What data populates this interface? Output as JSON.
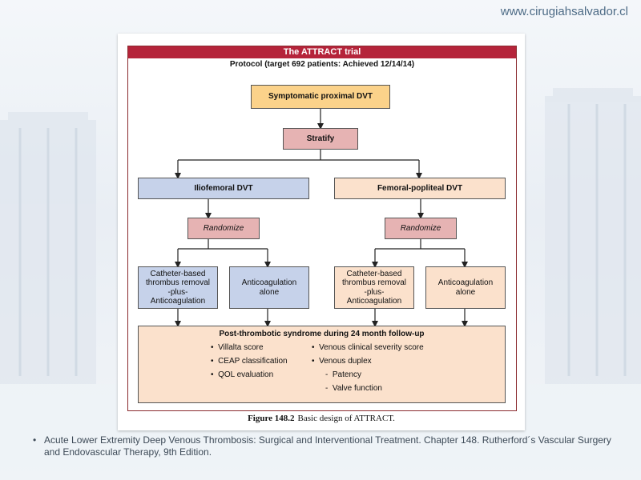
{
  "header": {
    "site_url": "www.cirugiahsalvador.cl"
  },
  "figure": {
    "title": "The ATTRACT trial",
    "protocol": "Protocol (target 692 patients: Achieved 12/14/14)",
    "nodes": {
      "symptomatic": "Symptomatic proximal DVT",
      "stratify": "Stratify",
      "iliofemoral": "Iliofemoral DVT",
      "femoral_popliteal": "Femoral-popliteal DVT",
      "randomize_left": "Randomize",
      "randomize_right": "Randomize",
      "catheter_left_l1": "Catheter-based",
      "catheter_left_l2": "thrombus removal",
      "catheter_left_l3": "-plus-",
      "catheter_left_l4": "Anticoagulation",
      "anticoag_left_l1": "Anticoagulation",
      "anticoag_left_l2": "alone",
      "catheter_right_l1": "Catheter-based",
      "catheter_right_l2": "thrombus removal",
      "catheter_right_l3": "-plus-",
      "catheter_right_l4": "Anticoagulation",
      "anticoag_right_l1": "Anticoagulation",
      "anticoag_right_l2": "alone"
    },
    "outcome": {
      "title": "Post-thrombotic syndrome during 24 month follow-up",
      "left_items": [
        "Villalta score",
        "CEAP classification",
        "QOL evaluation"
      ],
      "right_items": [
        "Venous clinical severity score",
        "Venous duplex"
      ],
      "sub_items": [
        "Patency",
        "Valve function"
      ]
    },
    "caption_label": "Figure 148.2",
    "caption_text": "Basic design of ATTRACT."
  },
  "citation": {
    "bullet": "•",
    "text": "Acute Lower Extremity Deep Venous Thrombosis: Surgical and Interventional Treatment. Chapter 148. Rutherford´s Vascular Surgery and Endovascular Therapy, 9th Edition."
  },
  "colors": {
    "title_bar": "#b5243a",
    "yellow": "#fbd28a",
    "pink": "#e6b3b3",
    "blue": "#c6d2ea",
    "peach": "#fbe1cc"
  }
}
